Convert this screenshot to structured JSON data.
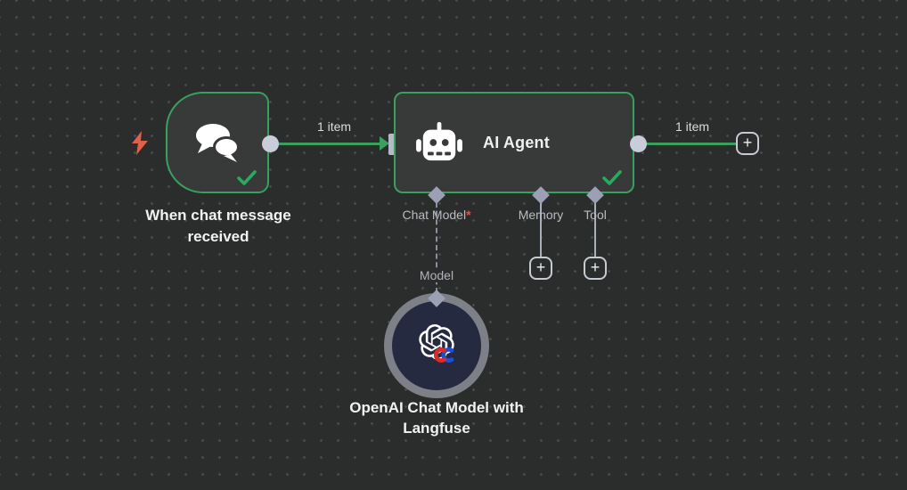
{
  "app": "n8n-workflow-canvas",
  "colors": {
    "canvas_bg": "#2b2c2c",
    "grid_dot": "#4d4e4e",
    "node_bg": "#383939",
    "success_green": "#3aa05e",
    "check_green": "#2ba95f",
    "endpoint_gray": "#c8cdd9",
    "diamond_gray": "#9ba0b5",
    "required_red": "#e0564a",
    "trigger_bolt_red": "#e0604a",
    "openai_node_bg": "#252a41",
    "openai_ring_gray": "#7d8087",
    "langfuse_red": "#d92b2b",
    "langfuse_blue": "#1d4ed8"
  },
  "icons": {
    "trigger": "chat-bubbles-icon",
    "agent": "robot-icon",
    "model": "openai-logo-icon",
    "model_badge": "langfuse-icon",
    "status": "check-icon",
    "trigger_indicator": "lightning-bolt-icon"
  },
  "nodes": {
    "chat_trigger": {
      "title": "When chat message received",
      "status": "success"
    },
    "ai_agent": {
      "title": "AI Agent",
      "status": "success",
      "inputs": [
        {
          "label": "Chat Model",
          "required": "*"
        },
        {
          "label": "Memory",
          "required": ""
        },
        {
          "label": "Tool",
          "required": ""
        }
      ]
    },
    "openai_model": {
      "title": "OpenAI Chat Model with Langfuse",
      "connection_label": "Model"
    }
  },
  "connections": [
    {
      "from": "chat_trigger",
      "to": "ai_agent",
      "label": "1 item"
    },
    {
      "from": "ai_agent",
      "to": "add-node",
      "label": "1 item"
    }
  ],
  "buttons": {
    "plus_label": "+"
  }
}
